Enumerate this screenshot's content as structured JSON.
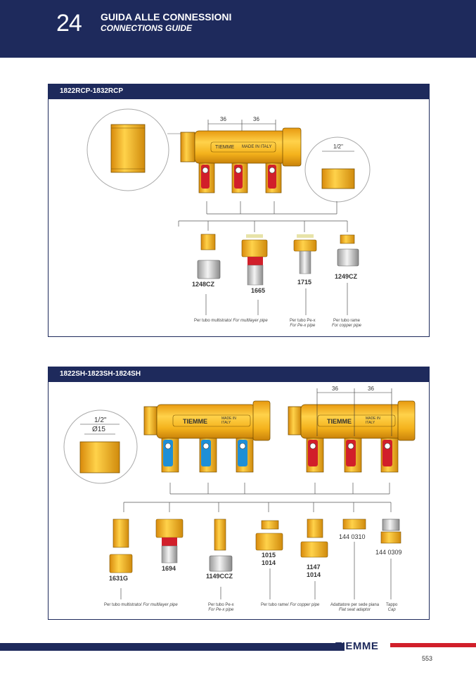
{
  "header": {
    "page_number": "24",
    "title_it": "GUIDA ALLE CONNESSIONI",
    "title_en": "CONNECTIONS GUIDE"
  },
  "panel1": {
    "title": "1822RCP-1832RCP",
    "dim_a": "36",
    "dim_b": "36",
    "dim_half": "1/2\"",
    "brand_text": "TIEMME",
    "made_in": "MADE IN ITALY",
    "codes": [
      "1248CZ",
      "1665",
      "1715",
      "1249CZ"
    ],
    "captions": [
      {
        "it": "Per tubo multistrato/",
        "en": "For multilayer pipe"
      },
      {
        "it": "Per tubo Pe-x",
        "en": "For Pe-x pipe"
      },
      {
        "it": "Per tubo rame",
        "en": "For copper pipe"
      }
    ]
  },
  "panel2": {
    "title": "1822SH-1823SH-1824SH",
    "dim_a": "36",
    "dim_b": "36",
    "dim_half": "1/2\"",
    "dim_diam": "Ø15",
    "brand_text": "TIEMME",
    "made_in": "MADE IN ITALY",
    "codes": [
      "1631G",
      "1694",
      "1149CCZ",
      "1015",
      "1014",
      "1147",
      "1014",
      "144 0310",
      "144 0309"
    ],
    "captions": [
      {
        "it": "Per tubo multistrato/",
        "en": "For multilayer pipe"
      },
      {
        "it": "Per tubo Pe-x",
        "en": "For Pe-x pipe"
      },
      {
        "it": "Per tubo rame/",
        "en": "For copper pipe"
      },
      {
        "it": "Adattatore per sede piana",
        "en": "Flat seat adaptor"
      },
      {
        "it": "Tappo",
        "en": "Cap"
      }
    ]
  },
  "footer": {
    "brand": "TIEMME",
    "page": "553"
  },
  "colors": {
    "navy": "#1e2a5c",
    "brass": "#f2b21a",
    "red_valve": "#d11f2a",
    "blue_valve": "#1e8fd6"
  }
}
